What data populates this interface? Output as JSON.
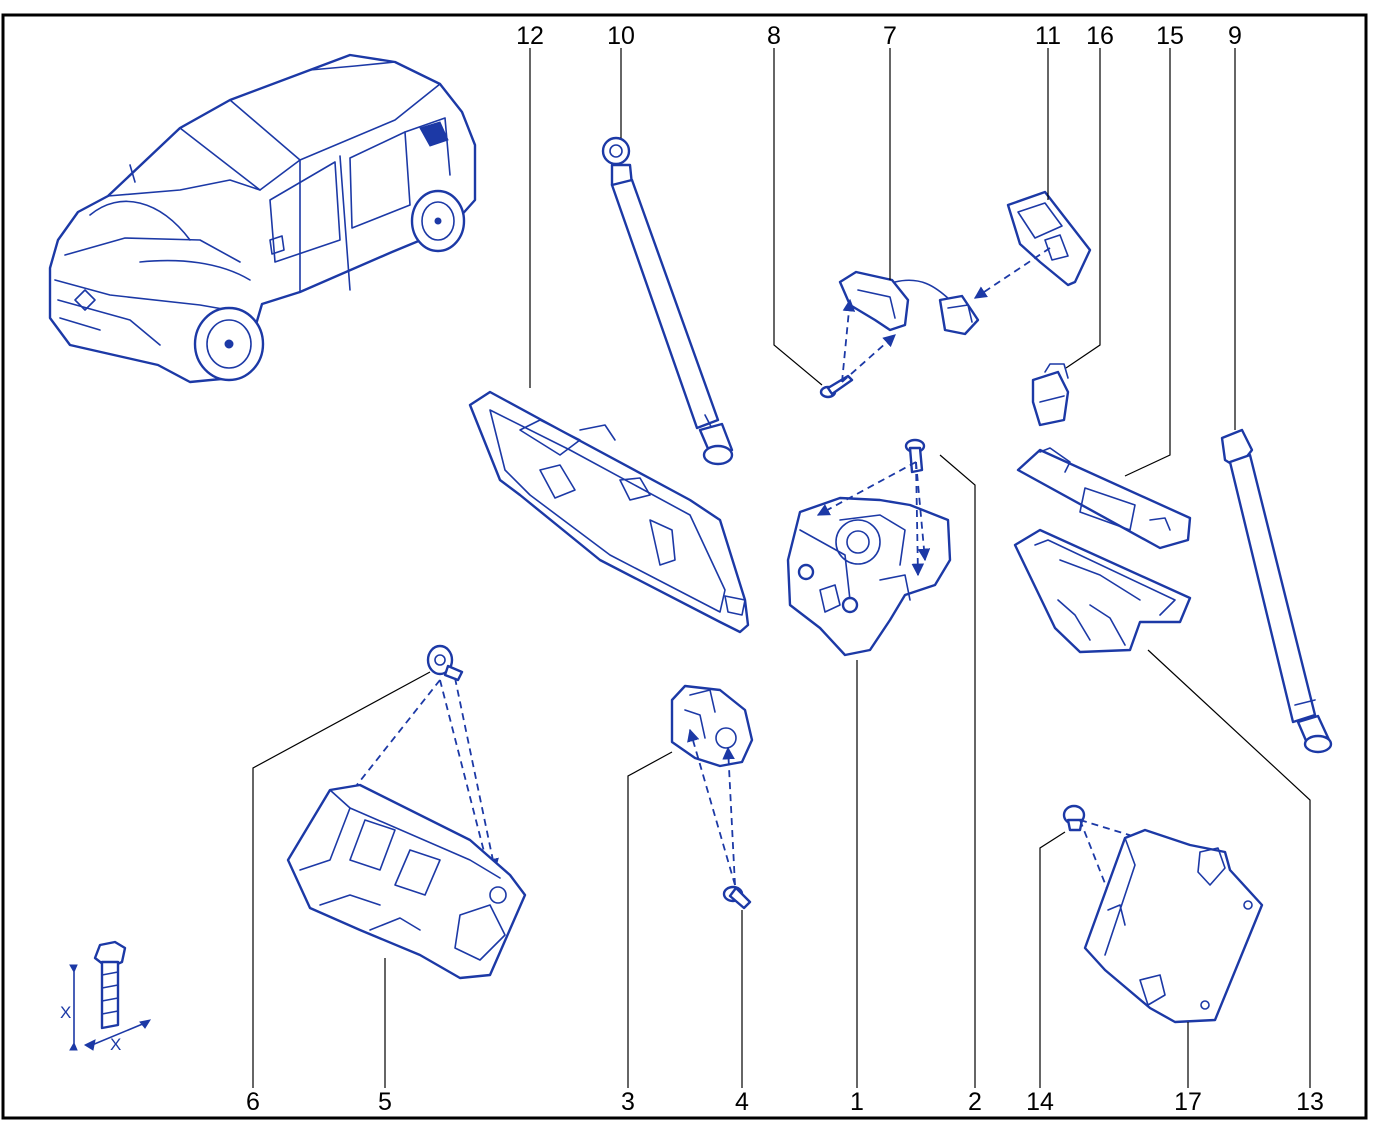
{
  "callouts": {
    "c1": "1",
    "c2": "2",
    "c3": "3",
    "c4": "4",
    "c5": "5",
    "c6": "6",
    "c7": "7",
    "c8": "8",
    "c9": "9",
    "c10": "10",
    "c11": "11",
    "c12": "12",
    "c13": "13",
    "c14": "14",
    "c15": "15",
    "c16": "16",
    "c17": "17"
  },
  "bolt_legend": {
    "dim_height": "X",
    "dim_width": "X"
  },
  "colors": {
    "line": "#1c39a6",
    "frame": "#000000",
    "background": "#ffffff"
  }
}
